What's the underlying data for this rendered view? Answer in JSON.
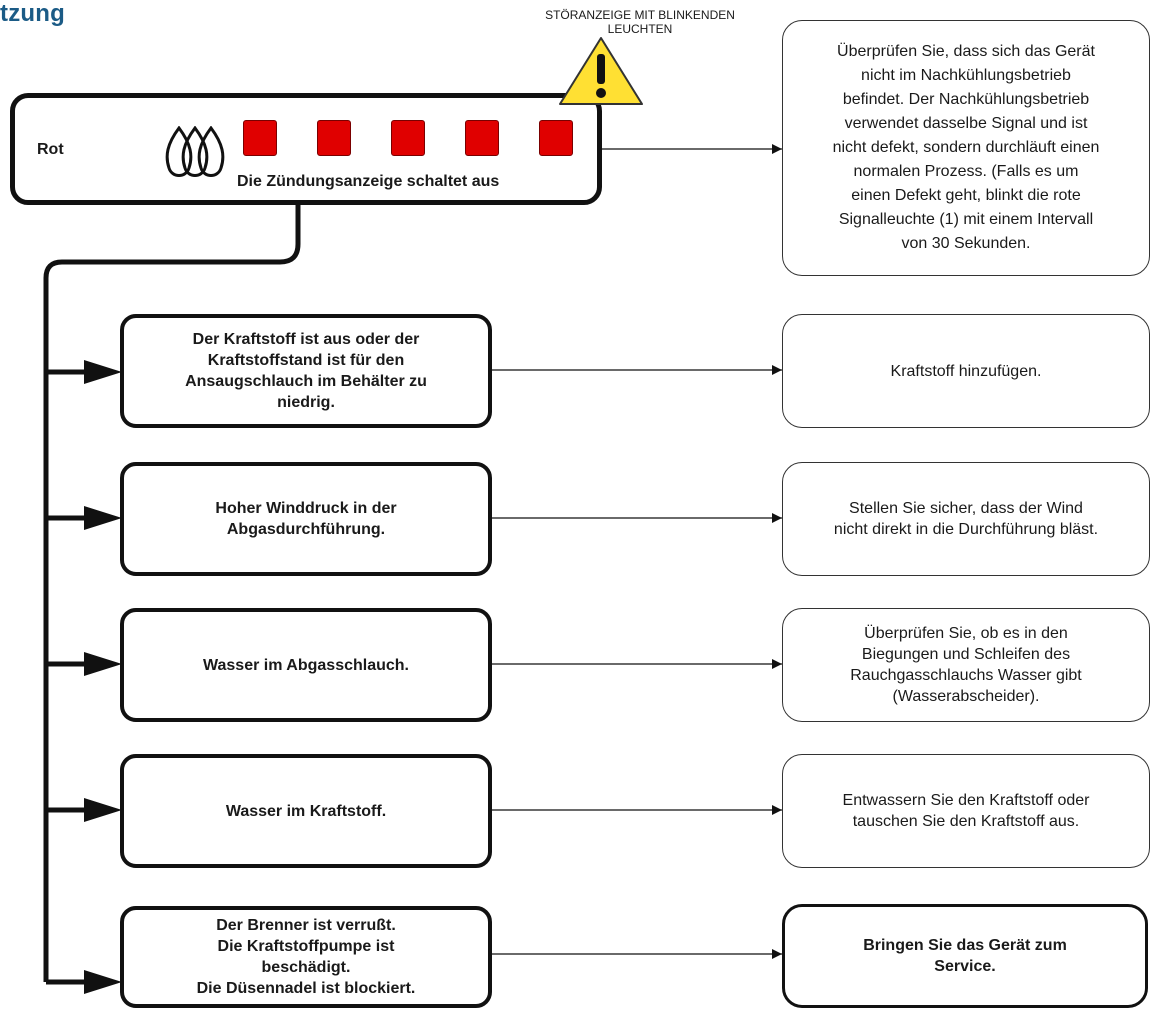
{
  "heading": "tzung",
  "warning": {
    "label": "STÖRANZEIGE MIT BLINKENDEN\nLEUCHTEN",
    "icon": "warning-triangle-icon",
    "color": "#ffe033"
  },
  "indicator": {
    "color_label": "Rot",
    "flame_icon": "flame-icon",
    "lamps": [
      {
        "color": "#e00000",
        "state": "blinking"
      },
      {
        "color": "#e00000",
        "state": "blinking"
      },
      {
        "color": "#e00000",
        "state": "blinking"
      },
      {
        "color": "#e00000",
        "state": "blinking"
      },
      {
        "color": "#e00000",
        "state": "blinking"
      }
    ],
    "caption": "Die Zündungsanzeige schaltet aus"
  },
  "note": "Überprüfen Sie, dass sich das Gerät\nnicht im Nachkühlungsbetrieb\nbefindet. Der Nachkühlungsbetrieb\nverwendet dasselbe Signal und ist\nnicht defekt, sondern durchläuft einen\nnormalen Prozess. (Falls es um\neinen Defekt geht, blinkt die rote\nSignalleuchte (1) mit einem Intervall\nvon 30 Sekunden.",
  "rows": [
    {
      "cause": "Der Kraftstoff ist aus oder der\nKraftstoffstand ist für den\nAnsaugschlauch im Behälter zu\nniedrig.",
      "action": "Kraftstoff hinzufügen."
    },
    {
      "cause": "Hoher Winddruck in der\nAbgasdurchführung.",
      "action": "Stellen Sie sicher, dass der Wind\nnicht direkt in die Durchführung bläst."
    },
    {
      "cause": "Wasser im Abgasschlauch.",
      "action": "Überprüfen Sie, ob es in den\nBiegungen und Schleifen des\nRauchgasschlauchs Wasser gibt\n(Wasserabscheider)."
    },
    {
      "cause": "Wasser im Kraftstoff.",
      "action": "Entwassern Sie den Kraftstoff oder\ntauschen Sie den Kraftstoff aus."
    },
    {
      "cause": "Der Brenner ist verrußt.\nDie Kraftstoffpumpe ist\nbeschädigt.\nDie Düsennadel ist blockiert.",
      "action": "Bringen Sie das Gerät zum\nService.",
      "action_emphasis": true
    }
  ]
}
